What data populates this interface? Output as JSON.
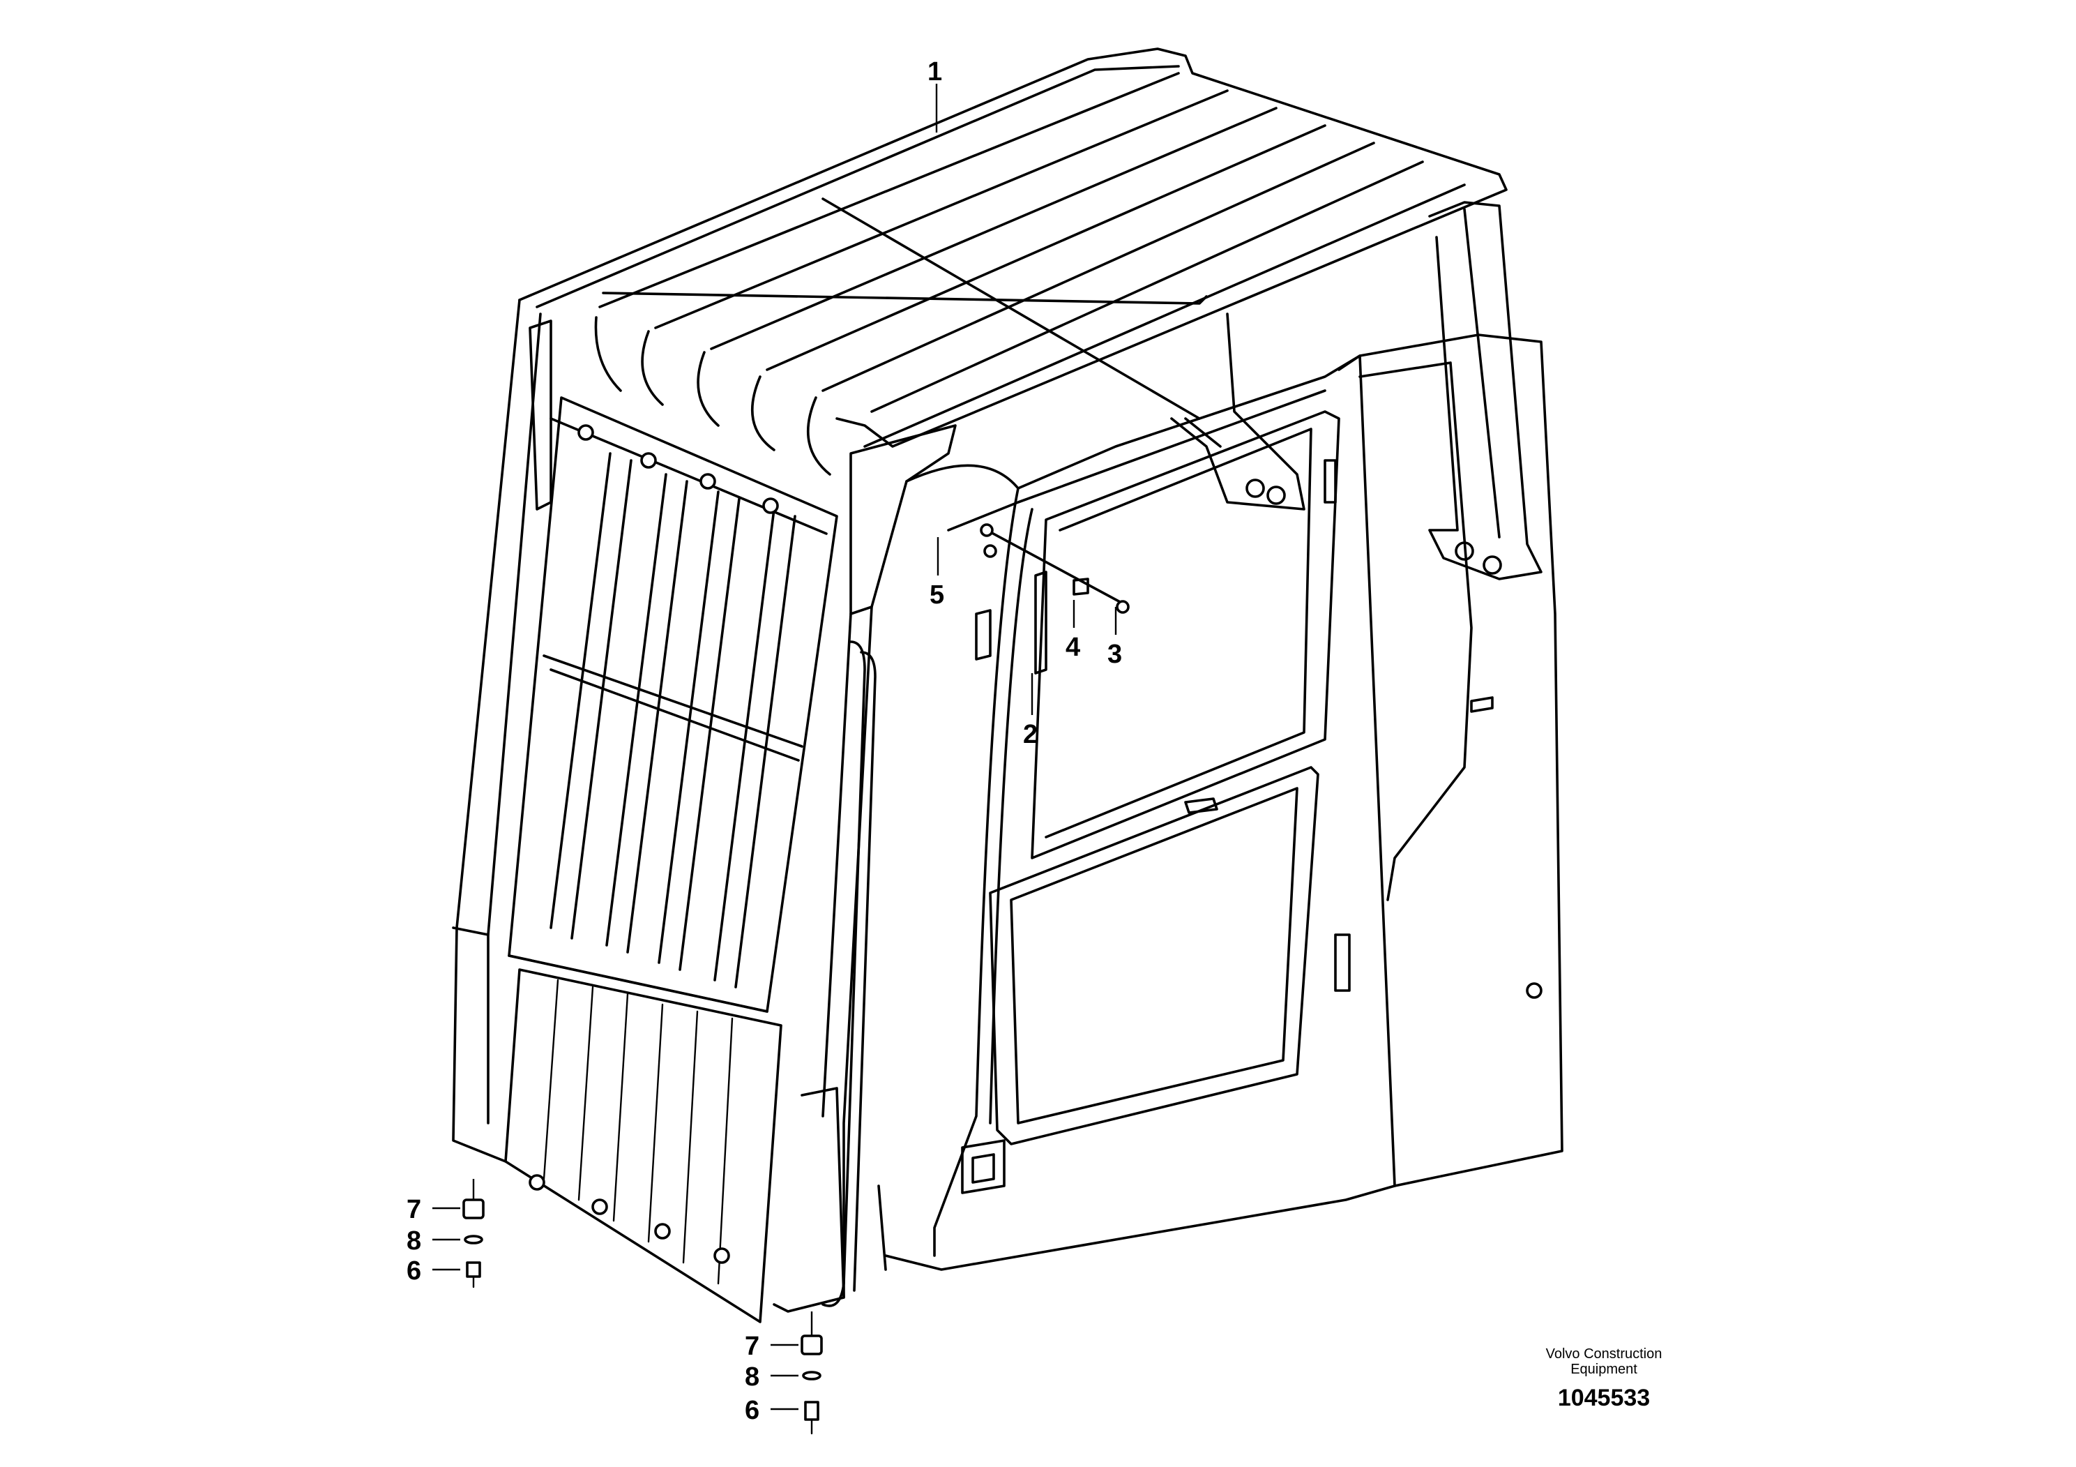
{
  "callouts": {
    "c1": "1",
    "c2": "2",
    "c3": "3",
    "c4": "4",
    "c5": "5",
    "c6a": "6",
    "c7a": "7",
    "c8a": "8",
    "c6b": "6",
    "c7b": "7",
    "c8b": "8"
  },
  "brand": {
    "line1": "Volvo Construction",
    "line2": "Equipment"
  },
  "drawing_number": "1045533"
}
